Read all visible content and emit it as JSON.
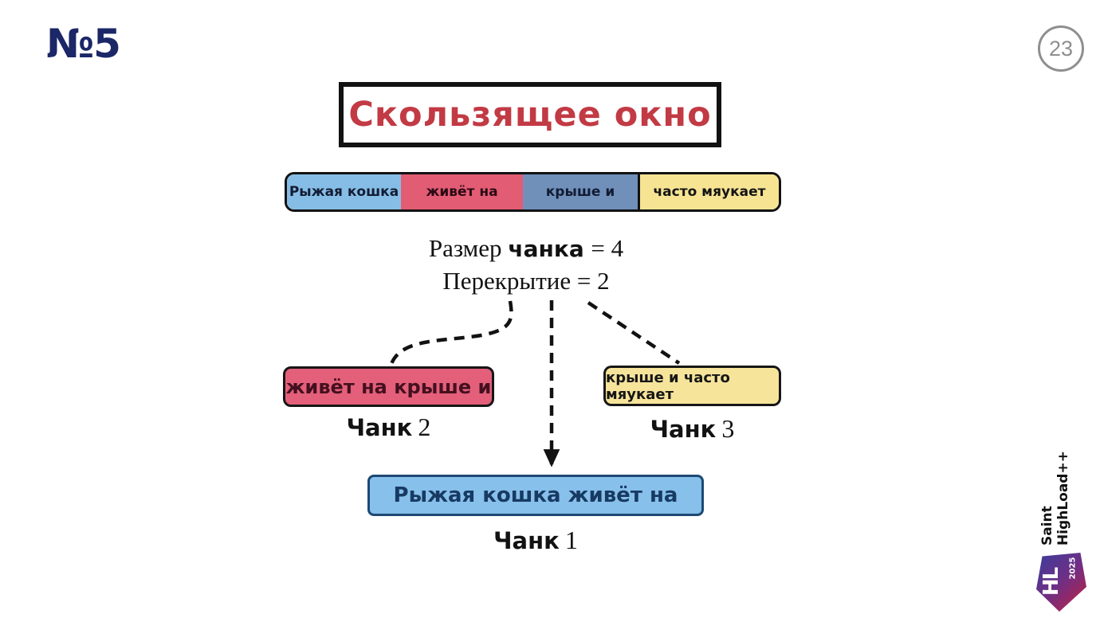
{
  "slide": {
    "number_label": "№5",
    "page_number": "23",
    "title": "Скользящее окно"
  },
  "window_bar": {
    "segments": [
      {
        "label": "Рыжая кошка",
        "bg": "#86bde6",
        "text_color": "#121c33"
      },
      {
        "label": "живёт на",
        "bg": "#e25c74",
        "text_color": "#2b0a14"
      },
      {
        "label": "крыше и",
        "bg": "#7090ba",
        "text_color": "#121c33"
      },
      {
        "label": "часто мяукает",
        "bg": "#f6e493",
        "text_color": "#141414"
      }
    ]
  },
  "params": {
    "size_label": "Размер",
    "size_value_bold": "чанка",
    "size_eq": "= 4",
    "overlap_line": "Перекрытие = 2"
  },
  "chunks": {
    "chunk2": {
      "text": "живёт на крыше и",
      "label_word": "Чанк",
      "label_number": "2",
      "bg": "#e45f7a",
      "text_color": "#44101f",
      "border_color": "#161616"
    },
    "chunk3": {
      "text": "крыше и часто мяукает",
      "label_word": "Чанк",
      "label_number": "3",
      "bg": "#f6e49b",
      "text_color": "#161616",
      "border_color": "#161616"
    },
    "chunk1": {
      "text": "Рыжая кошка живёт на",
      "label_word": "Чанк",
      "label_number": "1",
      "bg": "#87c0ea",
      "text_color": "#173a63",
      "border_color": "#1d4974"
    }
  },
  "branding": {
    "name_line1": "Saint",
    "name_line2": "HighLoad++",
    "logo_letters": "HL",
    "logo_year": "2025",
    "logo_gradient_start": "#3a3e9c",
    "logo_gradient_end": "#c2203f"
  }
}
